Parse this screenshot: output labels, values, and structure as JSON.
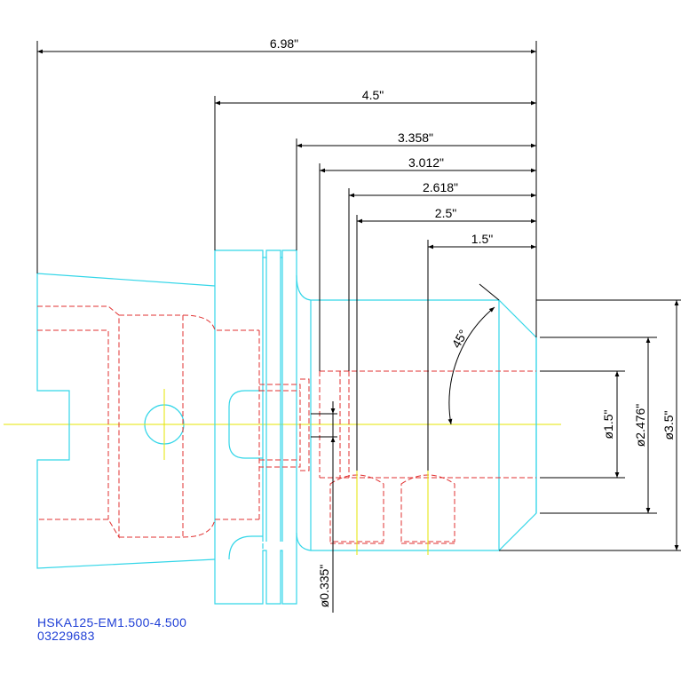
{
  "drawing": {
    "part_number": "HSKA125-EM1.500-4.500",
    "item_code": "03229683",
    "colors": {
      "outline": "#33d6e8",
      "hidden": "#e03030",
      "centerline": "#e6e600",
      "dimension": "#000000",
      "caption": "#1f3fd6"
    }
  },
  "dimensions": {
    "overall_length": "6.98\"",
    "flange_to_end": "4.5\"",
    "dim_3358": "3.358\"",
    "dim_3012": "3.012\"",
    "dim_2618": "2.618\"",
    "dim_25": "2.5\"",
    "dim_15": "1.5\"",
    "chamfer_angle": "45°",
    "bore_dia": "ø1.5\"",
    "body_dia": "ø2.476\"",
    "nose_dia": "ø3.5\"",
    "screw_dia": "ø0.335\""
  }
}
